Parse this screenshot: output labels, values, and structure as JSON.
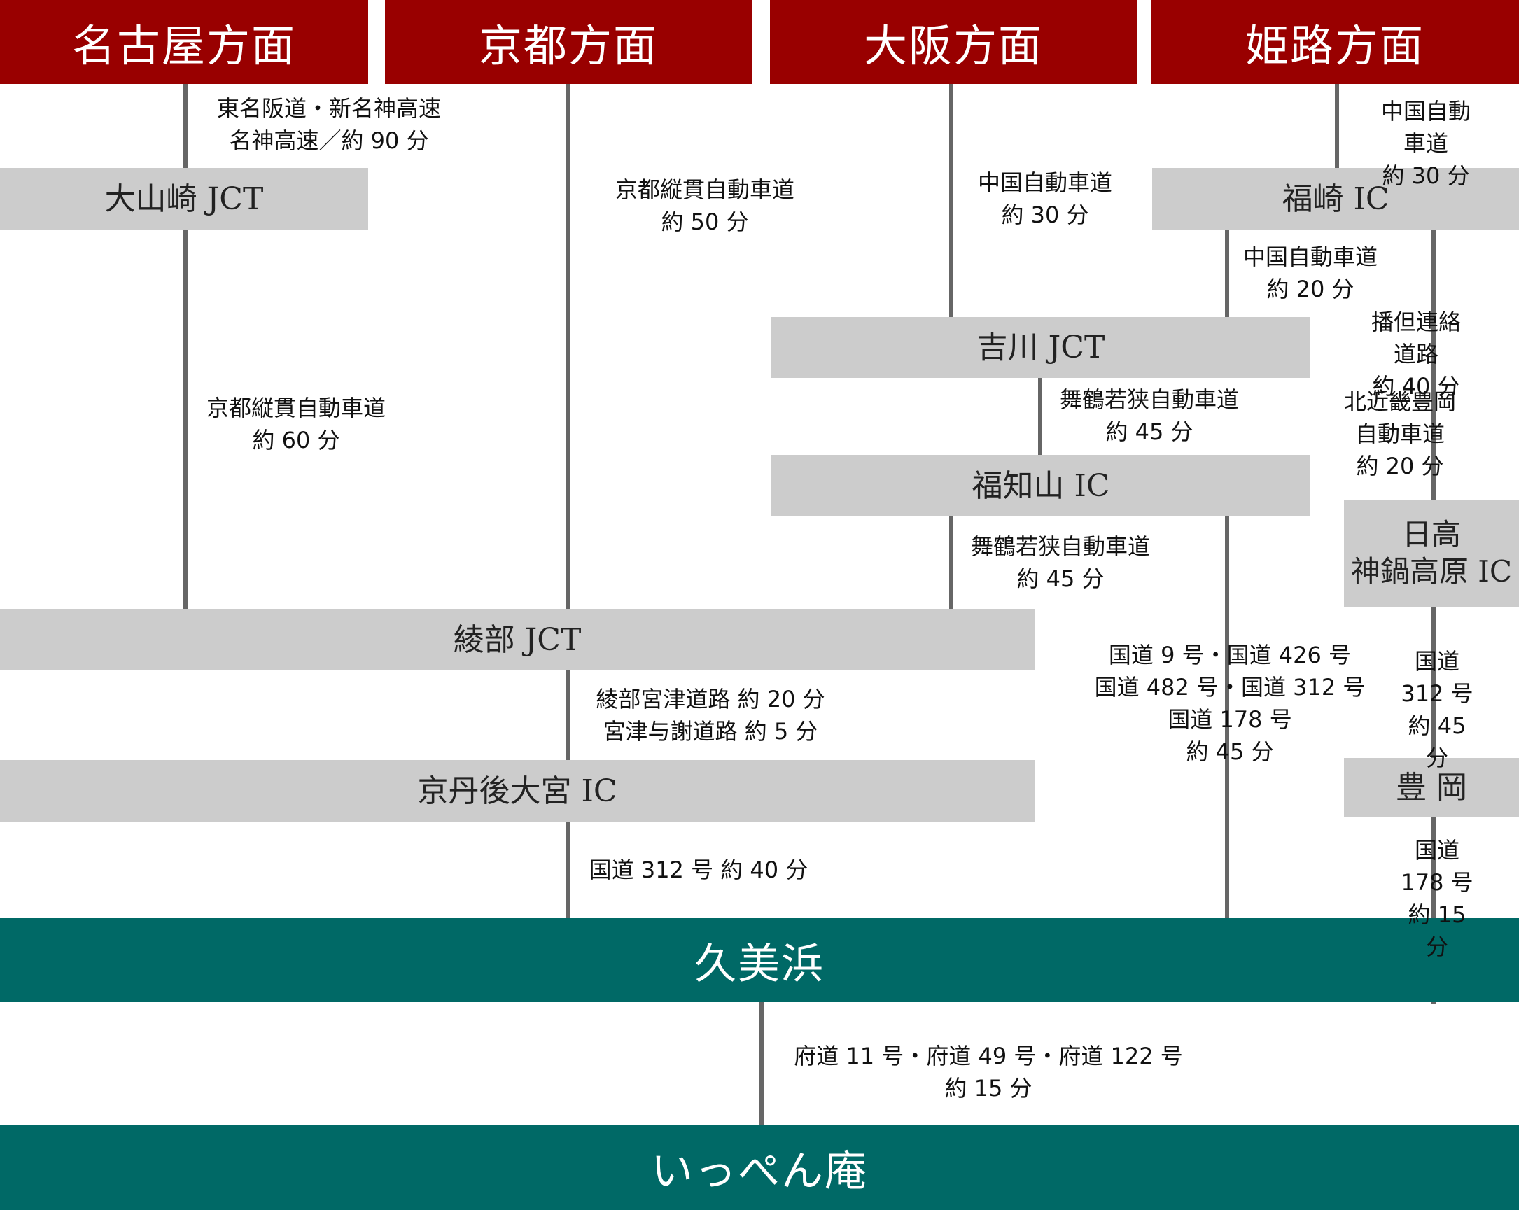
{
  "origins": {
    "nagoya": "名古屋方面",
    "kyoto": "京都方面",
    "osaka": "大阪方面",
    "himeji": "姫路方面"
  },
  "nodes": {
    "oyamazaki": "大山崎 JCT",
    "fukusaki": "福崎 IC",
    "yokawa": "吉川 JCT",
    "fukuchiyama": "福知山 IC",
    "hidaka": "日高\n神鍋高原 IC",
    "ayabe": "綾部 JCT",
    "toyooka": "豊 岡",
    "kyotango": "京丹後大宮 IC"
  },
  "destinations": {
    "kumihama": "久美浜",
    "ippenan": "いっぺん庵"
  },
  "routes": {
    "nagoya_1": "東名阪道・新名神高速\n名神高速／約 90 分",
    "himeji_1": "中国自動車道\n約 30 分",
    "kyoto_1": "京都縦貫自動車道\n約 50 分",
    "osaka_1": "中国自動車道\n約 30 分",
    "fukusaki_1": "中国自動車道\n約 20 分",
    "fukusaki_2": "播但連絡道路\n約 40 分",
    "nagoya_2": "京都縦貫自動車道\n約 60 分",
    "yokawa_1": "舞鶴若狭自動車道\n約 45 分",
    "hokkinki": "北近畿豊岡自動車道\n約 20 分",
    "fukuchiyama_1": "舞鶴若狭自動車道\n約 45 分",
    "national_9": "国道 9 号・国道 426 号\n国道 482 号・国道 312 号\n国道 178 号\n約 45 分",
    "hidaka_1": "国道 312 号\n約 45 分",
    "ayabe_1": "綾部宮津道路  約 20 分\n宮津与謝道路  約 5 分",
    "toyooka_1": "国道 178 号\n約 15 分",
    "kyotango_1": "国道 312 号  約 40 分",
    "kumihama_1": "府道 11 号・府道 49 号・府道 122 号\n約 15 分"
  },
  "colors": {
    "origin": "#990000",
    "node": "#cccccc",
    "destination": "#006966",
    "line": "#666666"
  }
}
